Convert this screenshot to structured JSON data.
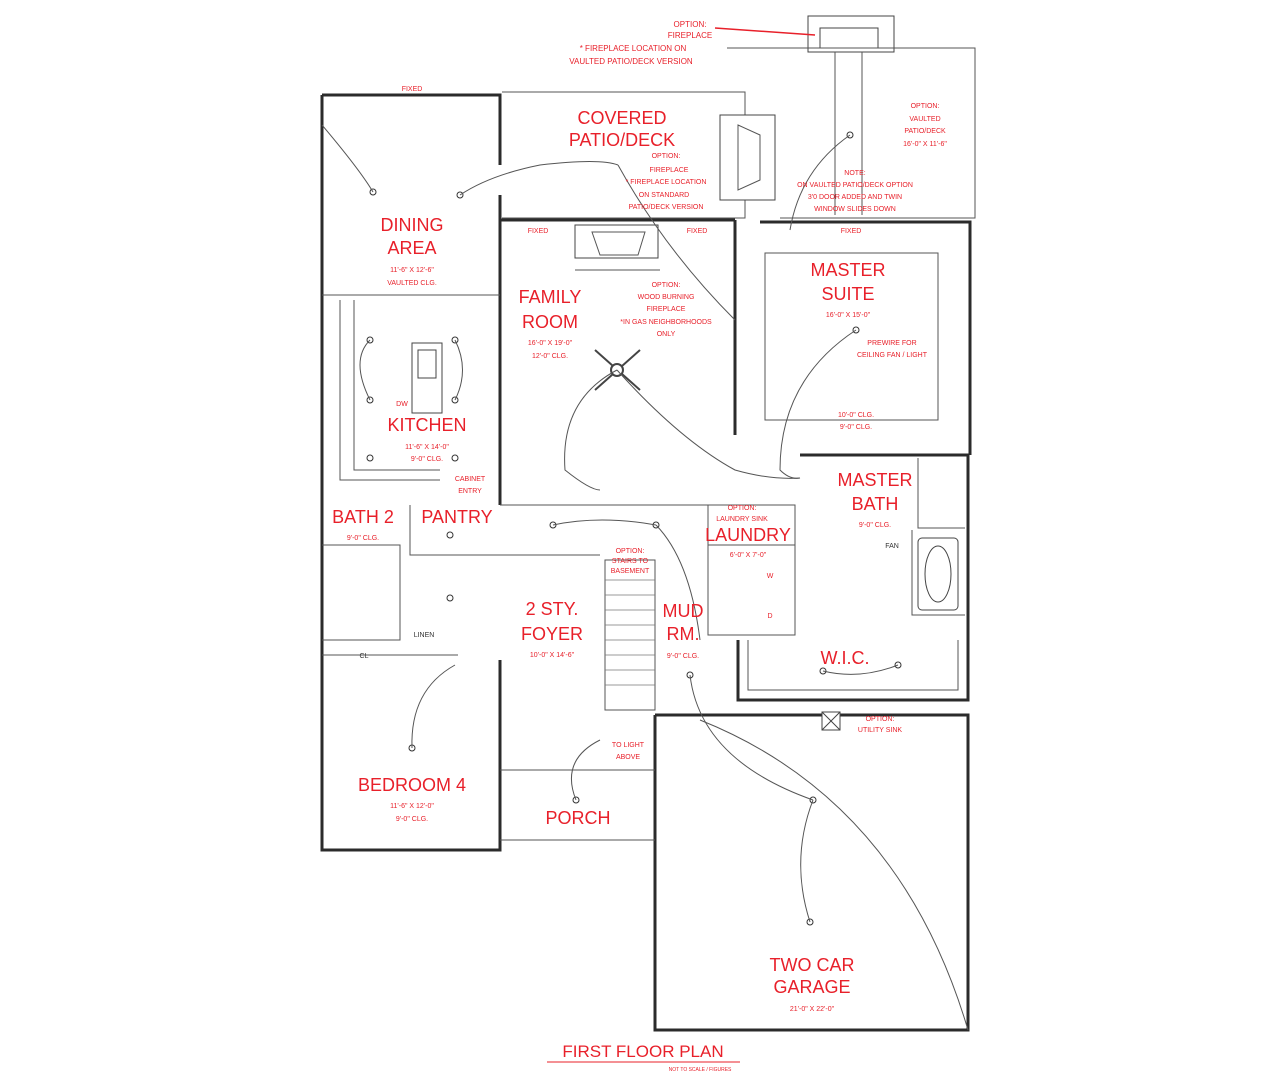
{
  "title": "FIRST FLOOR PLAN",
  "subtitle": "NOT TO SCALE / FIGURES",
  "rooms": {
    "covered_patio": {
      "name1": "COVERED",
      "name2": "PATIO/DECK"
    },
    "dining": {
      "name1": "DINING",
      "name2": "AREA",
      "dims": "11'-6\" X 12'-6\"",
      "clg": "VAULTED CLG."
    },
    "family": {
      "name1": "FAMILY",
      "name2": "ROOM",
      "dims": "16'-0\" X 19'-0\"",
      "clg": "12'-0\" CLG."
    },
    "master_suite": {
      "name1": "MASTER",
      "name2": "SUITE",
      "dims": "16'-0\" X 15'-0\"",
      "clg1": "10'-0\" CLG.",
      "clg2": "9'-0\" CLG."
    },
    "kitchen": {
      "name": "KITCHEN",
      "dims": "11'-6\" X 14'-0\"",
      "clg": "9'-0\" CLG."
    },
    "master_bath": {
      "name1": "MASTER",
      "name2": "BATH",
      "clg": "9'-0\" CLG."
    },
    "bath2": {
      "name": "BATH 2",
      "clg": "9'-0\" CLG."
    },
    "pantry": {
      "name": "PANTRY"
    },
    "laundry": {
      "name": "LAUNDRY",
      "dims": "6'-0\" X 7'-0\""
    },
    "foyer": {
      "name1": "2 STY.",
      "name2": "FOYER",
      "dims": "10'-0\" X 14'-6\""
    },
    "mud": {
      "name1": "MUD",
      "name2": "RM.",
      "clg": "9'-0\" CLG."
    },
    "wic": {
      "name": "W.I.C."
    },
    "bedroom4": {
      "name": "BEDROOM 4",
      "dims": "11'-6\" X 12'-0\"",
      "clg": "9'-0\" CLG."
    },
    "porch": {
      "name": "PORCH"
    },
    "garage": {
      "name1": "TWO CAR",
      "name2": "GARAGE",
      "dims": "21'-0\" X 22'-0\""
    }
  },
  "notes": {
    "fixed": "FIXED",
    "opt_fireplace_top": [
      "OPTION:",
      "FIREPLACE",
      "* FIREPLACE LOCATION  ON",
      "VAULTED PATIO/DECK VERSION"
    ],
    "opt_fireplace_patio": [
      "OPTION:",
      "FIREPLACE",
      "* FIREPLACE LOCATION",
      "ON STANDARD",
      "PATIO/DECK VERSION"
    ],
    "opt_vaulted": [
      "OPTION:",
      "VAULTED",
      "PATIO/DECK",
      "16'-0\" X 11'-6\""
    ],
    "note_vaulted": [
      "NOTE:",
      "ON VAULTED PATIO/DECK OPTION",
      "3'0 DOOR ADDED AND TWIN",
      "WINDOW SLIDES DOWN"
    ],
    "opt_wood": [
      "OPTION:",
      "WOOD BURNING",
      "FIREPLACE",
      "*IN GAS NEIGHBORHOODS",
      "ONLY"
    ],
    "prewire": [
      "PREWIRE FOR",
      "CEILING FAN / LIGHT"
    ],
    "dw": "DW",
    "cabinet_entry": [
      "CABINET",
      "ENTRY"
    ],
    "laundry_sink": [
      "OPTION:",
      "LAUNDRY SINK"
    ],
    "stairs_option": [
      "OPTION:",
      "STAIRS TO",
      "BASEMENT"
    ],
    "utility_sink": [
      "OPTION:",
      "UTILITY SINK"
    ],
    "to_light": [
      "TO LIGHT",
      "ABOVE"
    ],
    "linen": "LINEN",
    "cl": "CL",
    "fan": "FAN",
    "w": "W",
    "d": "D"
  },
  "colors": {
    "text": "#e8202a",
    "wall": "#2b2b2b"
  }
}
